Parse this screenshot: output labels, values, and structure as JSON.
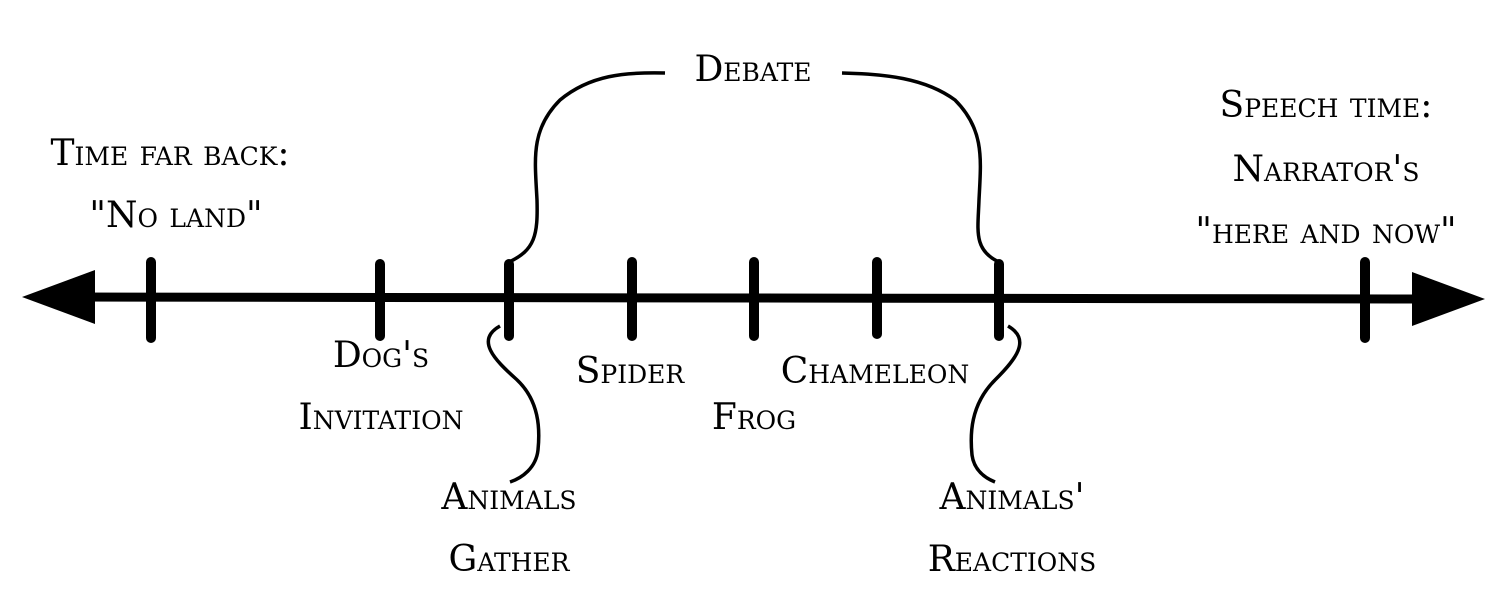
{
  "labels": {
    "time_far_back_1": "Time far back:",
    "time_far_back_2": "\"No land\"",
    "dogs_invitation_1": "Dog's",
    "dogs_invitation_2": "Invitation",
    "animals_gather_1": "Animals",
    "animals_gather_2": "Gather",
    "spider": "Spider",
    "frog": "Frog",
    "chameleon": "Chameleon",
    "animals_reactions_1": "Animals'",
    "animals_reactions_2": "Reactions",
    "debate": "Debate",
    "speech_time_1": "Speech time:",
    "speech_time_2": "Narrator's",
    "speech_time_3": "\"here and now\""
  },
  "colors": {
    "ink": "#000000",
    "background": "#ffffff"
  }
}
